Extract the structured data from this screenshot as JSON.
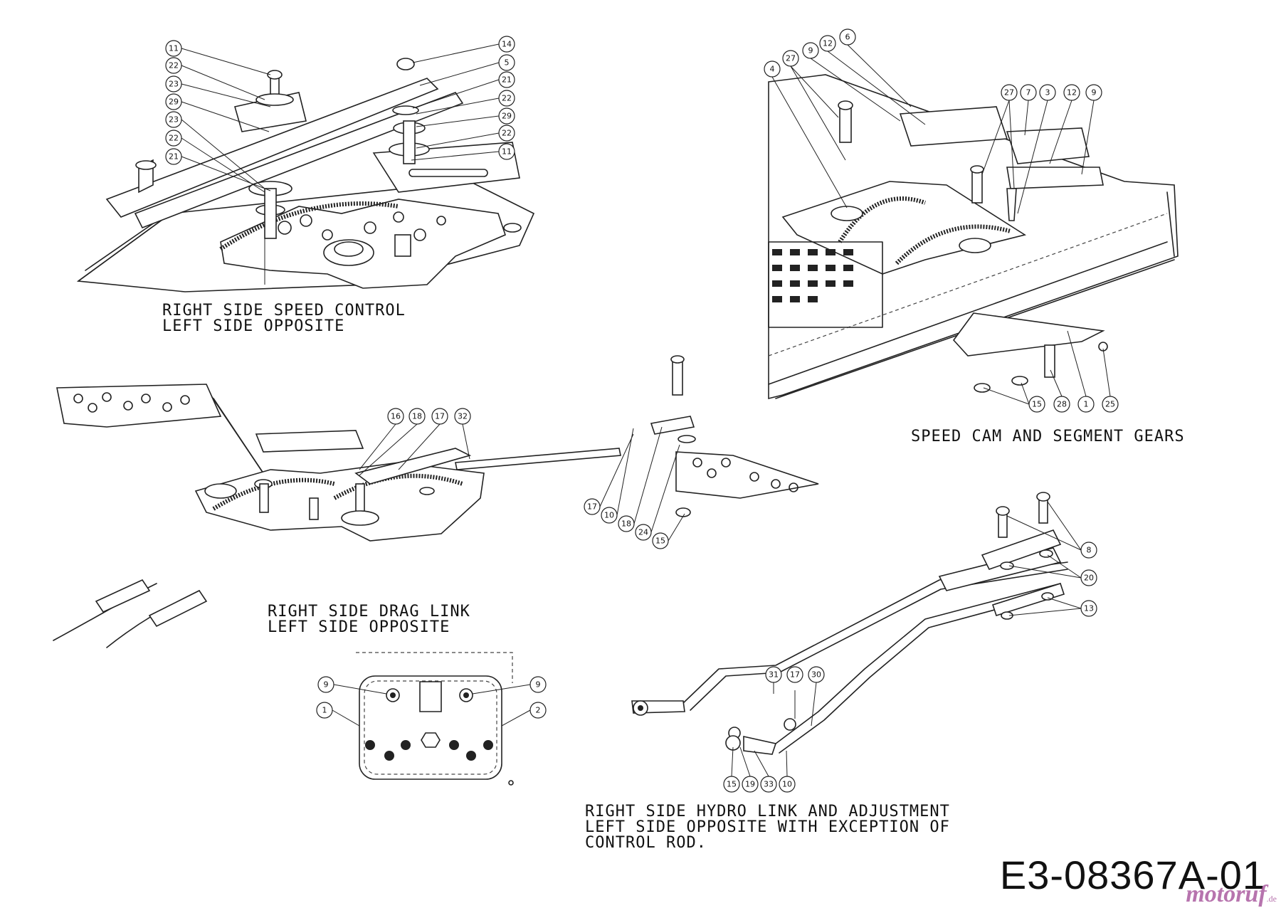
{
  "sections": {
    "speed_control": {
      "caption": [
        "RIGHT SIDE SPEED CONTROL",
        "LEFT SIDE OPPOSITE"
      ],
      "callouts": [
        "11",
        "22",
        "23",
        "29",
        "23",
        "22",
        "21",
        "14",
        "5",
        "21",
        "22",
        "29",
        "22",
        "11"
      ]
    },
    "speed_cam": {
      "caption": "SPEED CAM AND SEGMENT GEARS",
      "callouts": [
        "4",
        "27",
        "9",
        "12",
        "6",
        "27",
        "7",
        "3",
        "12",
        "9",
        "15",
        "28",
        "1",
        "25"
      ]
    },
    "drag_link": {
      "caption": [
        "RIGHT SIDE DRAG LINK",
        "LEFT SIDE OPPOSITE"
      ],
      "callouts": [
        "16",
        "18",
        "17",
        "32",
        "17",
        "10",
        "18",
        "24",
        "15"
      ]
    },
    "bracket": {
      "callouts": [
        "9",
        "9",
        "1",
        "2"
      ]
    },
    "hydro_link": {
      "caption": [
        "RIGHT SIDE HYDRO LINK AND ADJUSTMENT",
        "LEFT SIDE OPPOSITE WITH EXCEPTION OF",
        "CONTROL ROD."
      ],
      "callouts": [
        "8",
        "20",
        "13",
        "31",
        "17",
        "30",
        "15",
        "19",
        "33",
        "10"
      ]
    }
  },
  "drawing_id": "E3-08367A-01",
  "watermark": {
    "text": "motoruf",
    "suffix": ".de"
  }
}
